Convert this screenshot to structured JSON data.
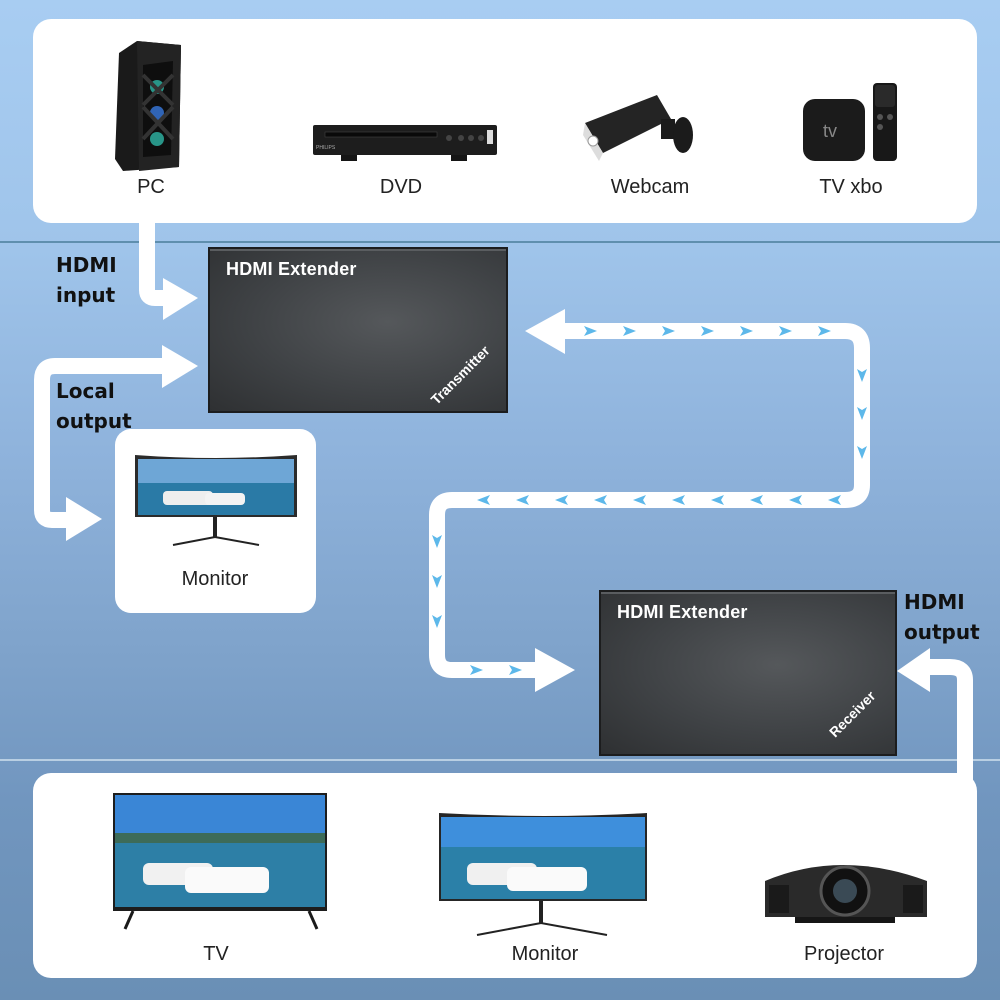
{
  "colors": {
    "background_top": "#a8cdf2",
    "background_bottom": "#6a8fb5",
    "card": "#ffffff",
    "arrow": "#ffffff",
    "chevron": "#5db8ea",
    "device_box": "#3f4245",
    "label_text": "#111111"
  },
  "sources": {
    "items": [
      {
        "label": "PC",
        "icon": "pc-tower-icon"
      },
      {
        "label": "DVD",
        "icon": "dvd-player-icon"
      },
      {
        "label": "Webcam",
        "icon": "security-camera-icon"
      },
      {
        "label": "TV xbo",
        "icon": "tv-box-icon"
      }
    ],
    "dvd_brand": "PHILIPS",
    "tvbox_logo": "tv"
  },
  "labels": {
    "hdmi_input": [
      "HDMI",
      "input"
    ],
    "local_output": [
      "Local",
      "output"
    ],
    "hdmi_output": [
      "HDMI",
      "output"
    ]
  },
  "transmitter": {
    "title": "HDMI Extender",
    "role": "Transmitter"
  },
  "receiver": {
    "title": "HDMI Extender",
    "role": "Receiver"
  },
  "local_monitor": {
    "label": "Monitor"
  },
  "outputs": {
    "items": [
      {
        "label": "TV",
        "icon": "tv-icon"
      },
      {
        "label": "Monitor",
        "icon": "monitor-icon"
      },
      {
        "label": "Projector",
        "icon": "projector-icon"
      }
    ]
  }
}
